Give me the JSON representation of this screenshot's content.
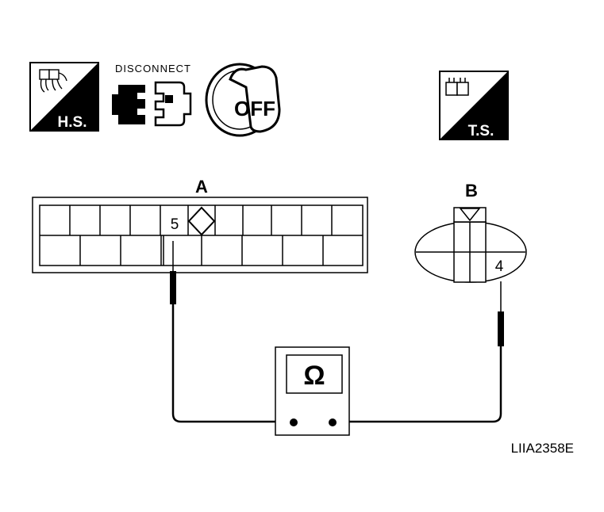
{
  "icons": {
    "harness_side": {
      "label": "H.S."
    },
    "disconnect": {
      "label": "DISCONNECT"
    },
    "ignition": {
      "label": "OFF"
    },
    "terminal_side": {
      "label": "T.S."
    }
  },
  "connector_a": {
    "label": "A",
    "terminal": "5"
  },
  "connector_b": {
    "label": "B",
    "terminal": "4"
  },
  "meter": {
    "symbol": "Ω"
  },
  "figure_code": "LIIA2358E"
}
